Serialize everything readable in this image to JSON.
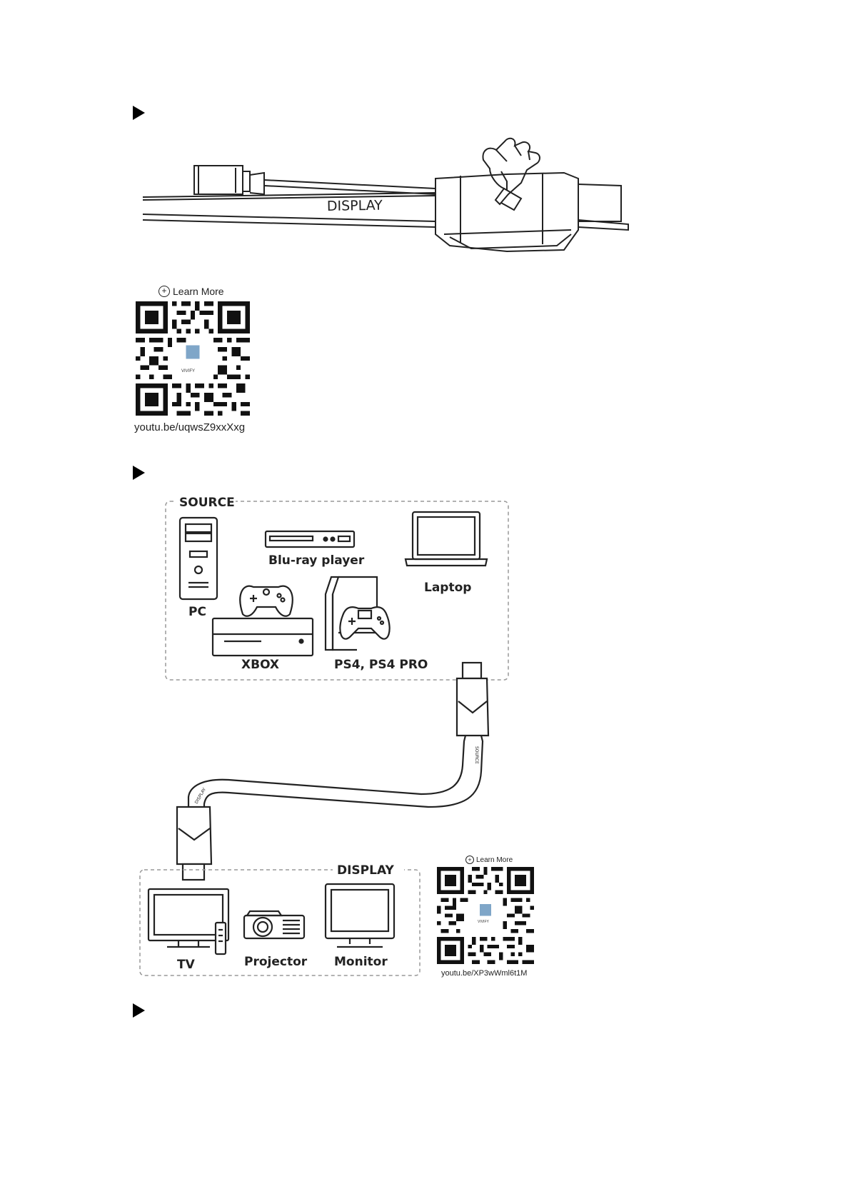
{
  "figure1": {
    "cable_label": "DISPLAY"
  },
  "qr1": {
    "learn_more": "Learn More",
    "brand": "VIVIFY",
    "url": "youtu.be/uqwsZ9xxXxg"
  },
  "source": {
    "title": "SOURCE",
    "devices": {
      "pc": "PC",
      "bluray": "Blu-ray player",
      "laptop": "Laptop",
      "xbox": "XBOX",
      "ps4": "PS4, PS4 PRO"
    }
  },
  "cable": {
    "source_end": "SOURCE",
    "display_end": "DISPLAY"
  },
  "display": {
    "title": "DISPLAY",
    "devices": {
      "tv": "TV",
      "projector": "Projector",
      "monitor": "Monitor"
    }
  },
  "qr2": {
    "learn_more": "Learn More",
    "brand": "VIVIFY",
    "url": "youtu.be/XP3wWml6t1M"
  }
}
